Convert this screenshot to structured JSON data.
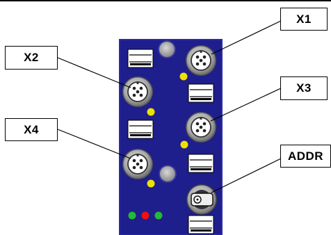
{
  "labels": {
    "x1": "X1",
    "x2": "X2",
    "x3": "X3",
    "x4": "X4",
    "addr": "ADDR"
  },
  "colors": {
    "module_body": "#1e1e8c",
    "module_edge": "#2a2aa8",
    "status_led": "#f0e000",
    "diag_led_green": "#22bb33",
    "diag_led_red": "#ee1111",
    "connector_ring": "#9a9a9a"
  },
  "icons": {
    "connector": "m12-connector-icon",
    "rotary_switch": "rotary-address-switch-icon",
    "led": "led-indicator-icon"
  }
}
